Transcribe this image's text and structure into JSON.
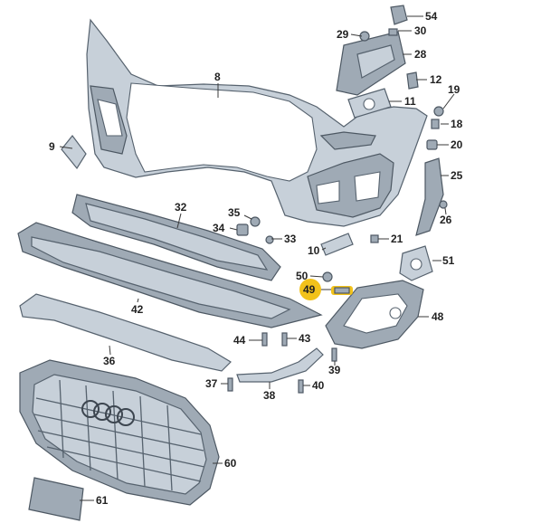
{
  "diagram": {
    "colors": {
      "part_fill": "#c7d0d9",
      "part_dark": "#9faab5",
      "outline": "#56626e",
      "highlight": "#f2c21b",
      "text": "#222222"
    },
    "callouts": [
      {
        "id": "54",
        "label": "54"
      },
      {
        "id": "29",
        "label": "29"
      },
      {
        "id": "30",
        "label": "30"
      },
      {
        "id": "28",
        "label": "28"
      },
      {
        "id": "8",
        "label": "8"
      },
      {
        "id": "12",
        "label": "12"
      },
      {
        "id": "11",
        "label": "11"
      },
      {
        "id": "19",
        "label": "19"
      },
      {
        "id": "18",
        "label": "18"
      },
      {
        "id": "9",
        "label": "9"
      },
      {
        "id": "20",
        "label": "20"
      },
      {
        "id": "25",
        "label": "25"
      },
      {
        "id": "32",
        "label": "32"
      },
      {
        "id": "26",
        "label": "26"
      },
      {
        "id": "35",
        "label": "35"
      },
      {
        "id": "34",
        "label": "34"
      },
      {
        "id": "33",
        "label": "33"
      },
      {
        "id": "10",
        "label": "10"
      },
      {
        "id": "21",
        "label": "21"
      },
      {
        "id": "51",
        "label": "51"
      },
      {
        "id": "50",
        "label": "50"
      },
      {
        "id": "49",
        "label": "49",
        "highlighted": true
      },
      {
        "id": "42",
        "label": "42"
      },
      {
        "id": "48",
        "label": "48"
      },
      {
        "id": "44",
        "label": "44"
      },
      {
        "id": "43",
        "label": "43"
      },
      {
        "id": "36",
        "label": "36"
      },
      {
        "id": "39",
        "label": "39"
      },
      {
        "id": "37",
        "label": "37"
      },
      {
        "id": "40",
        "label": "40"
      },
      {
        "id": "38",
        "label": "38"
      },
      {
        "id": "60",
        "label": "60"
      },
      {
        "id": "61",
        "label": "61"
      }
    ]
  }
}
